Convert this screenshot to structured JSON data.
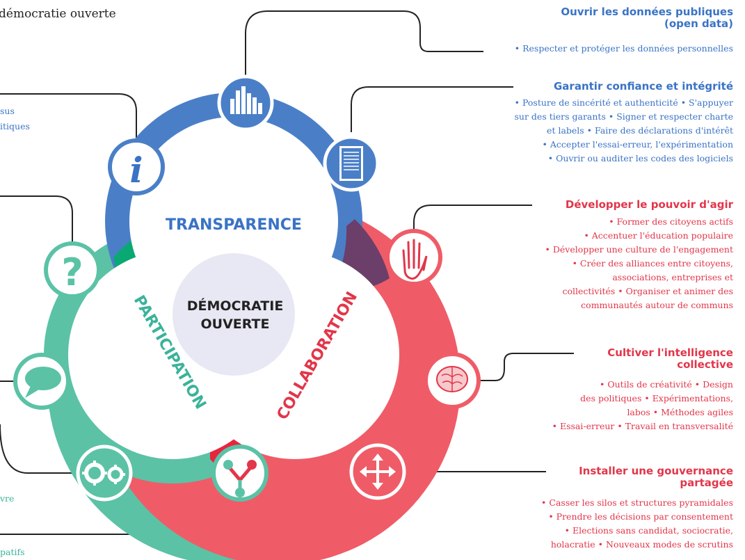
{
  "title": "démocratie ouverte",
  "center": {
    "line1": "DÉMOCRATIE",
    "line2": "OUVERTE"
  },
  "pillars": {
    "transparence": "TRANSPARENCE",
    "participation": "PARTICIPATION",
    "collaboration": "COLLABORATION"
  },
  "colors": {
    "blue": "#4a7fc8",
    "green": "#5bc2a6",
    "red": "#ef5c67",
    "center": "#e8e8f4",
    "overlap_purple": "#6b3f6a",
    "overlap_green": "#0aa873",
    "overlap_red": "#e8243e"
  },
  "right_blocks": [
    {
      "heading": "Ouvrir les données publiques\n(open data)",
      "color": "blue",
      "lines": [
        "• Respecter et protéger les données personnelles"
      ]
    },
    {
      "heading": "Garantir confiance et intégrité",
      "color": "blue",
      "lines": [
        "• Posture de sincérité et authenticité • S'appuyer",
        "sur des tiers garants • Signer et respecter charte",
        "et labels • Faire des déclarations d'intérêt",
        "• Accepter l'essai-erreur, l'expérimentation",
        "• Ouvrir ou auditer les codes des logiciels"
      ]
    },
    {
      "heading": "Développer le pouvoir d'agir",
      "color": "red",
      "lines": [
        "• Former des citoyens actifs",
        "• Accentuer l'éducation populaire",
        "• Développer une culture de l'engagement",
        "• Créer des alliances entre citoyens,",
        "associations, entreprises et",
        "collectivités • Organiser et animer des",
        "communautés autour de communs"
      ]
    },
    {
      "heading": "Cultiver l'intelligence\ncollective",
      "color": "red",
      "lines": [
        "• Outils de créativité • Design",
        "des politiques • Expérimentations,",
        "labos • Méthodes agiles",
        "• Essai-erreur • Travail en transversalité"
      ]
    },
    {
      "heading": "Installer une gouvernance\npartagée",
      "color": "red",
      "lines": [
        "• Casser les silos et structures pyramidales",
        "• Prendre les décisions par consentement",
        "• Elections sans candidat, sociocratie,",
        "holacratie • Nouveaux modes de scrutins"
      ]
    }
  ],
  "left_fragments": {
    "f1": "sus",
    "f2": "itiques",
    "f3": "vre",
    "f4": "patifs"
  },
  "icons": [
    "bar-chart-icon",
    "document-icon",
    "info-icon",
    "question-icon",
    "speech-bubble-icon",
    "gears-icon",
    "share-icon",
    "hand-icon",
    "brain-icon",
    "arrows-icon"
  ]
}
